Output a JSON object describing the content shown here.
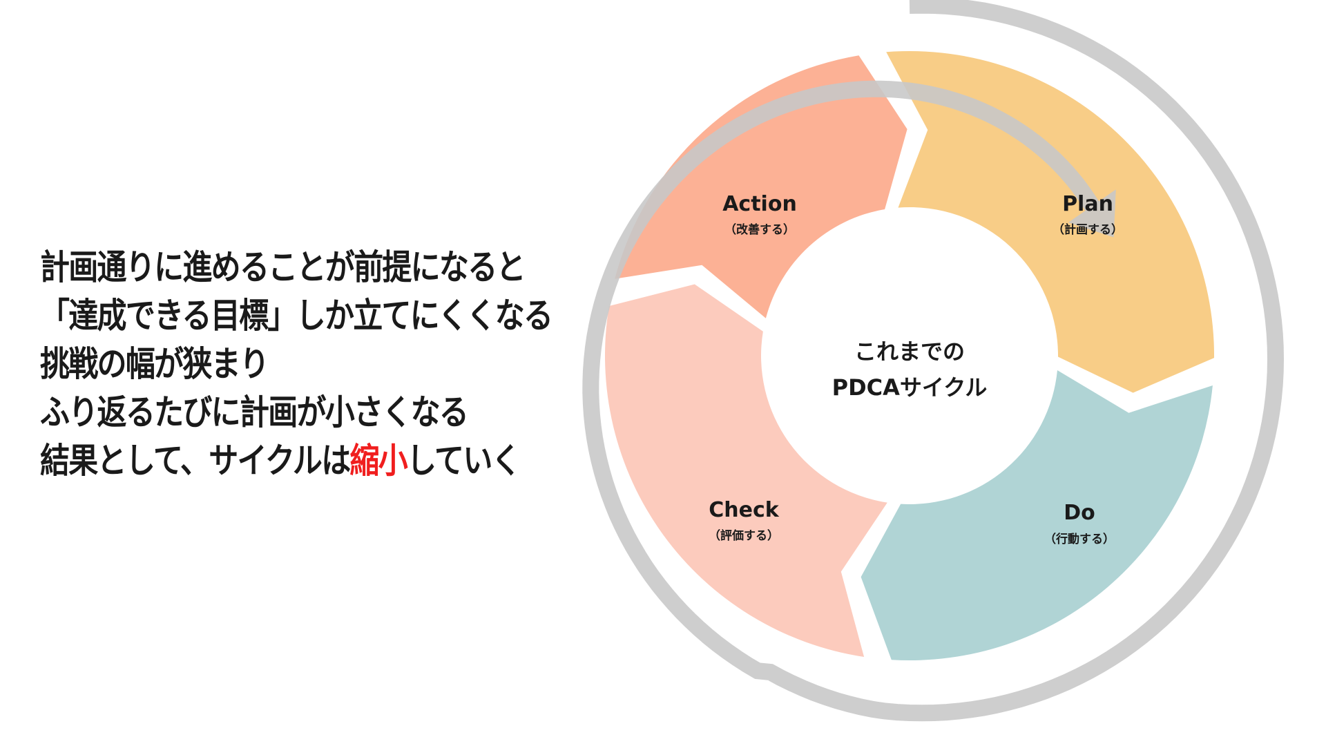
{
  "message": {
    "lines": [
      {
        "parts": [
          {
            "text": "計画通りに進めることが前提になると",
            "emphasis": false
          }
        ]
      },
      {
        "parts": [
          {
            "text": "「達成できる目標」しか立てにくくなる",
            "emphasis": false
          }
        ]
      },
      {
        "parts": [
          {
            "text": "挑戦の幅が狭まり",
            "emphasis": false
          }
        ]
      },
      {
        "parts": [
          {
            "text": "ふり返るたびに計画が小さくなる",
            "emphasis": false
          }
        ]
      },
      {
        "parts": [
          {
            "text": "結果として、サイクルは",
            "emphasis": false
          },
          {
            "text": "縮小",
            "emphasis": true
          },
          {
            "text": "していく",
            "emphasis": false
          }
        ]
      }
    ],
    "emphasis_color": "#f01e1e"
  },
  "cycle": {
    "center_line1": "これまでの",
    "center_line2": "PDCAサイクル",
    "segments": [
      {
        "key": "plan",
        "title": "Plan",
        "subtitle": "（計画する）",
        "color": "#f8cd87"
      },
      {
        "key": "do",
        "title": "Do",
        "subtitle": "（行動する）",
        "color": "#b0d4d5"
      },
      {
        "key": "check",
        "title": "Check",
        "subtitle": "（評価する）",
        "color": "#fccbbd"
      },
      {
        "key": "action",
        "title": "Action",
        "subtitle": "（改善する）",
        "color": "#fcb195"
      }
    ],
    "ring_color": "#c8c8c8"
  }
}
